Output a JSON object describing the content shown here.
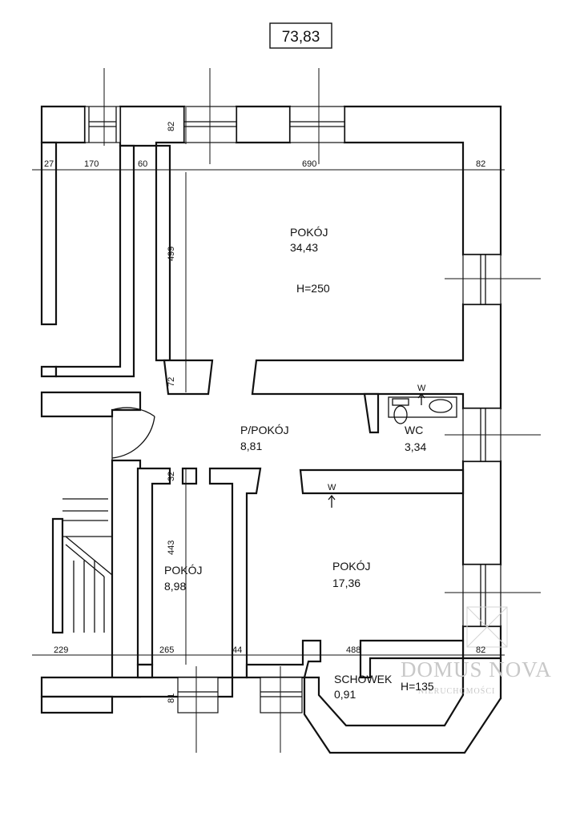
{
  "total_area": "73,83",
  "rooms": [
    {
      "id": "pokoj-large",
      "name": "POKÓJ",
      "area": "34,43",
      "height": "H=250"
    },
    {
      "id": "hall",
      "name": "P/POKÓJ",
      "area": "8,81"
    },
    {
      "id": "wc",
      "name": "WC",
      "area": "3,34"
    },
    {
      "id": "pokoj-small",
      "name": "POKÓJ",
      "area": "8,98"
    },
    {
      "id": "pokoj-medium",
      "name": "POKÓJ",
      "area": "17,36"
    },
    {
      "id": "schowek",
      "name": "SCHOWEK",
      "area": "0,91",
      "height": "H=135"
    }
  ],
  "dimensions": {
    "top_row": [
      "27",
      "170",
      "60",
      "690",
      "82"
    ],
    "vertical_top": "82",
    "vertical_room": "499",
    "vertical_hall": "72",
    "vertical_small_gap": "32",
    "vertical_small_room": "443",
    "bottom_row": [
      "229",
      "265",
      "44",
      "488",
      "82"
    ],
    "vertical_bottom": "81"
  },
  "markers": {
    "wc_w": "W",
    "hall_w": "W"
  },
  "watermark": {
    "brand": "DOMUS NOVA",
    "sub": "NIERUCHOMOŚCI"
  },
  "colors": {
    "line": "#111111",
    "background": "#ffffff",
    "watermark": "#c8c8c8"
  }
}
